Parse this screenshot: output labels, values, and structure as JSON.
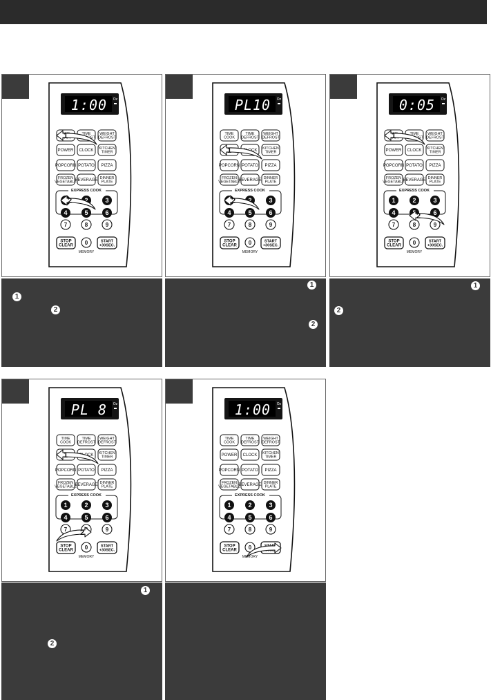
{
  "display_readouts": [
    "1:00",
    "PL10",
    "0:05",
    "PL 8",
    "1:00"
  ],
  "display_indicator": "Oz",
  "keypad": {
    "rows": [
      [
        "TIME\nCOOK",
        "TIME\nDEFROST",
        "WEIGHT\nDEFROST"
      ],
      [
        "POWER",
        "CLOCK",
        "KITCHEN\nTIMER"
      ],
      [
        "POPCORN",
        "POTATO",
        "PIZZA"
      ],
      [
        "FROZEN\nVEGETABLE",
        "BEVERAGE",
        "DINNER\nPLATE"
      ]
    ],
    "express_cook_label": "EXPRESS COOK",
    "express_numbers": [
      "1",
      "2",
      "3",
      "4",
      "5",
      "6"
    ],
    "plain_numbers": [
      "7",
      "8",
      "9"
    ],
    "stop_label": "STOP\nCLEAR",
    "zero_label": "0",
    "memory_label": "MEMORY",
    "start_label": "START\n+30SEC."
  },
  "callout_numbers": [
    "1",
    "2"
  ],
  "desc_markers": [
    "1",
    "2"
  ],
  "colors": {
    "dark": "#3b3b3b",
    "bar": "#2b2b2b",
    "line": "#111111"
  }
}
